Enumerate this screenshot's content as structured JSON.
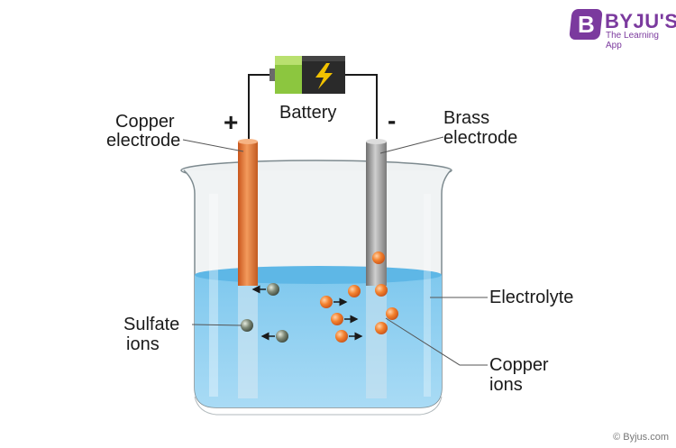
{
  "labels": {
    "battery": "Battery",
    "positive": "+",
    "negative": "-",
    "copper_electrode_line1": "Copper",
    "copper_electrode_line2": "electrode",
    "brass_electrode_line1": "Brass",
    "brass_electrode_line2": "electrode",
    "electrolyte": "Electrolyte",
    "sulfate_ions_line1": "Sulfate",
    "sulfate_ions_line2": "ions",
    "copper_ions_line1": "Copper",
    "copper_ions_line2": "ions"
  },
  "logo": {
    "mark": "B",
    "name": "BYJU'S",
    "tagline": "The Learning App"
  },
  "copyright": "© Byjus.com",
  "colors": {
    "electrolyte": "#8fd0f0",
    "copper_electrode": "#e07a3a",
    "brass_electrode": "#9a9a9a",
    "copper_ion": "#f07a2a",
    "sulfate_ion": "#6e7a6a",
    "battery_positive": "#8cc63f",
    "battery_body": "#2a2a2a",
    "bolt": "#f2c200",
    "logo": "#7b3a9e"
  }
}
